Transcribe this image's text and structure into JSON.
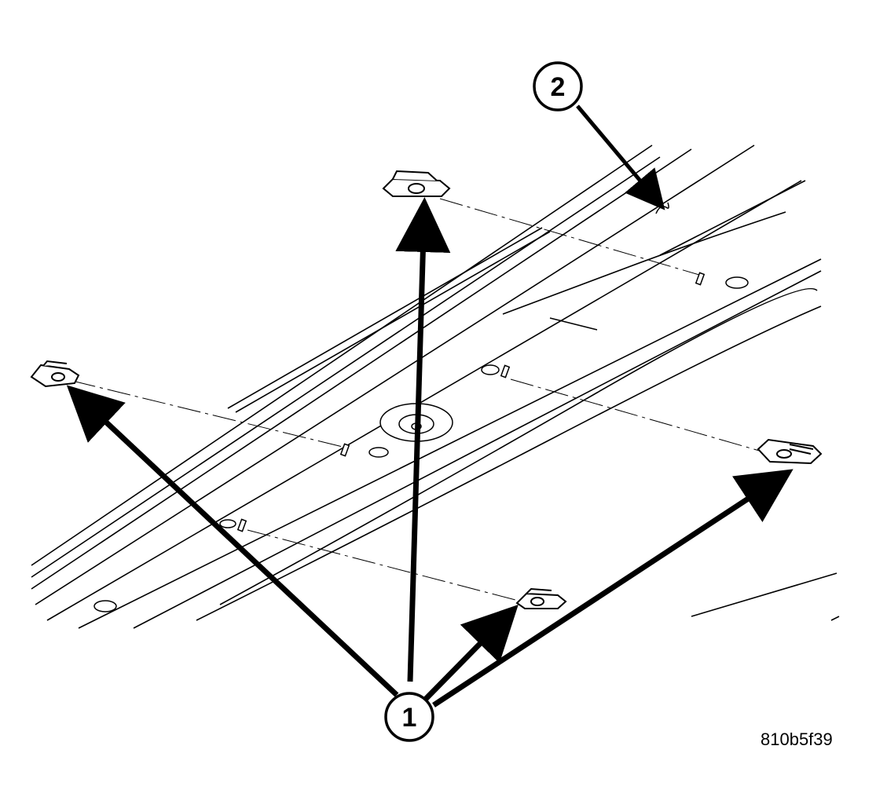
{
  "callouts": [
    {
      "id": "1",
      "label": "1"
    },
    {
      "id": "2",
      "label": "2"
    }
  ],
  "figure_code": "810b5f39",
  "colors": {
    "ink": "#000000",
    "paper": "#ffffff"
  }
}
